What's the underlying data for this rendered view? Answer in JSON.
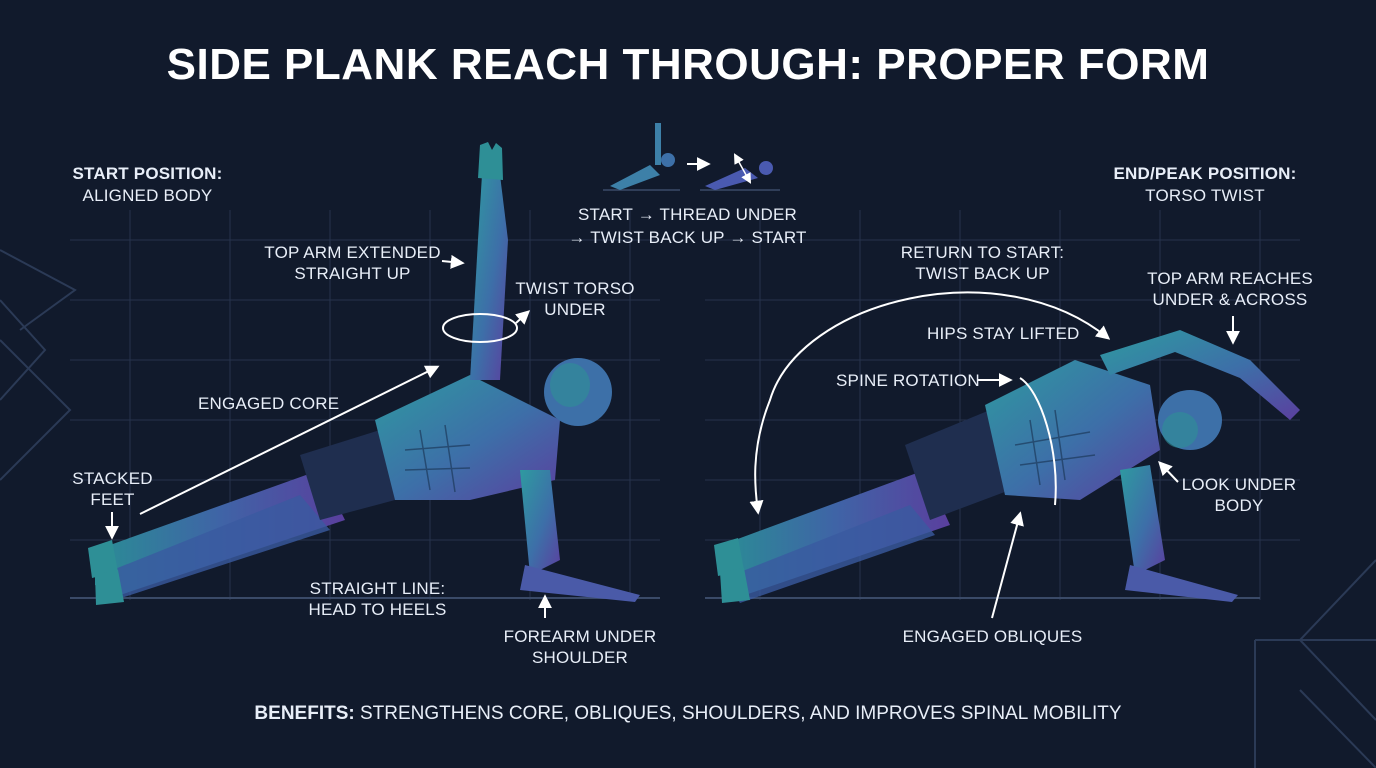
{
  "title": "SIDE PLANK REACH THROUGH: PROPER FORM",
  "start": {
    "heading": "START POSITION:",
    "subheading": "ALIGNED BODY",
    "labels": {
      "top_arm_1": "TOP ARM EXTENDED",
      "top_arm_2": "STRAIGHT UP",
      "twist_1": "TWIST TORSO",
      "twist_2": "UNDER",
      "core": "ENGAGED CORE",
      "feet_1": "STACKED",
      "feet_2": "FEET",
      "line_1": "STRAIGHT LINE:",
      "line_2": "HEAD TO HEELS",
      "forearm_1": "FOREARM UNDER",
      "forearm_2": "SHOULDER"
    }
  },
  "sequence": {
    "line_1": "START → THREAD UNDER",
    "line_2": "→ TWIST BACK UP → START",
    "arrow": "→"
  },
  "end": {
    "heading": "END/PEAK POSITION:",
    "subheading": "TORSO TWIST",
    "labels": {
      "return_1": "RETURN TO START:",
      "return_2": "TWIST BACK UP",
      "reach_1": "TOP ARM REACHES",
      "reach_2": "UNDER & ACROSS",
      "hips": "HIPS STAY LIFTED",
      "spine": "SPINE ROTATION",
      "look_1": "LOOK UNDER",
      "look_2": "BODY",
      "obliques": "ENGAGED OBLIQUES"
    }
  },
  "footer": {
    "bold": "BENEFITS:",
    "text": " STRENGTHENS CORE, OBLIQUES, SHOULDERS, AND IMPROVES SPINAL MOBILITY"
  },
  "colors": {
    "background": "#111a2c",
    "figure_teal": "#2f8f96",
    "figure_purple": "#5a3f9e",
    "grid": "#2c3a55"
  }
}
